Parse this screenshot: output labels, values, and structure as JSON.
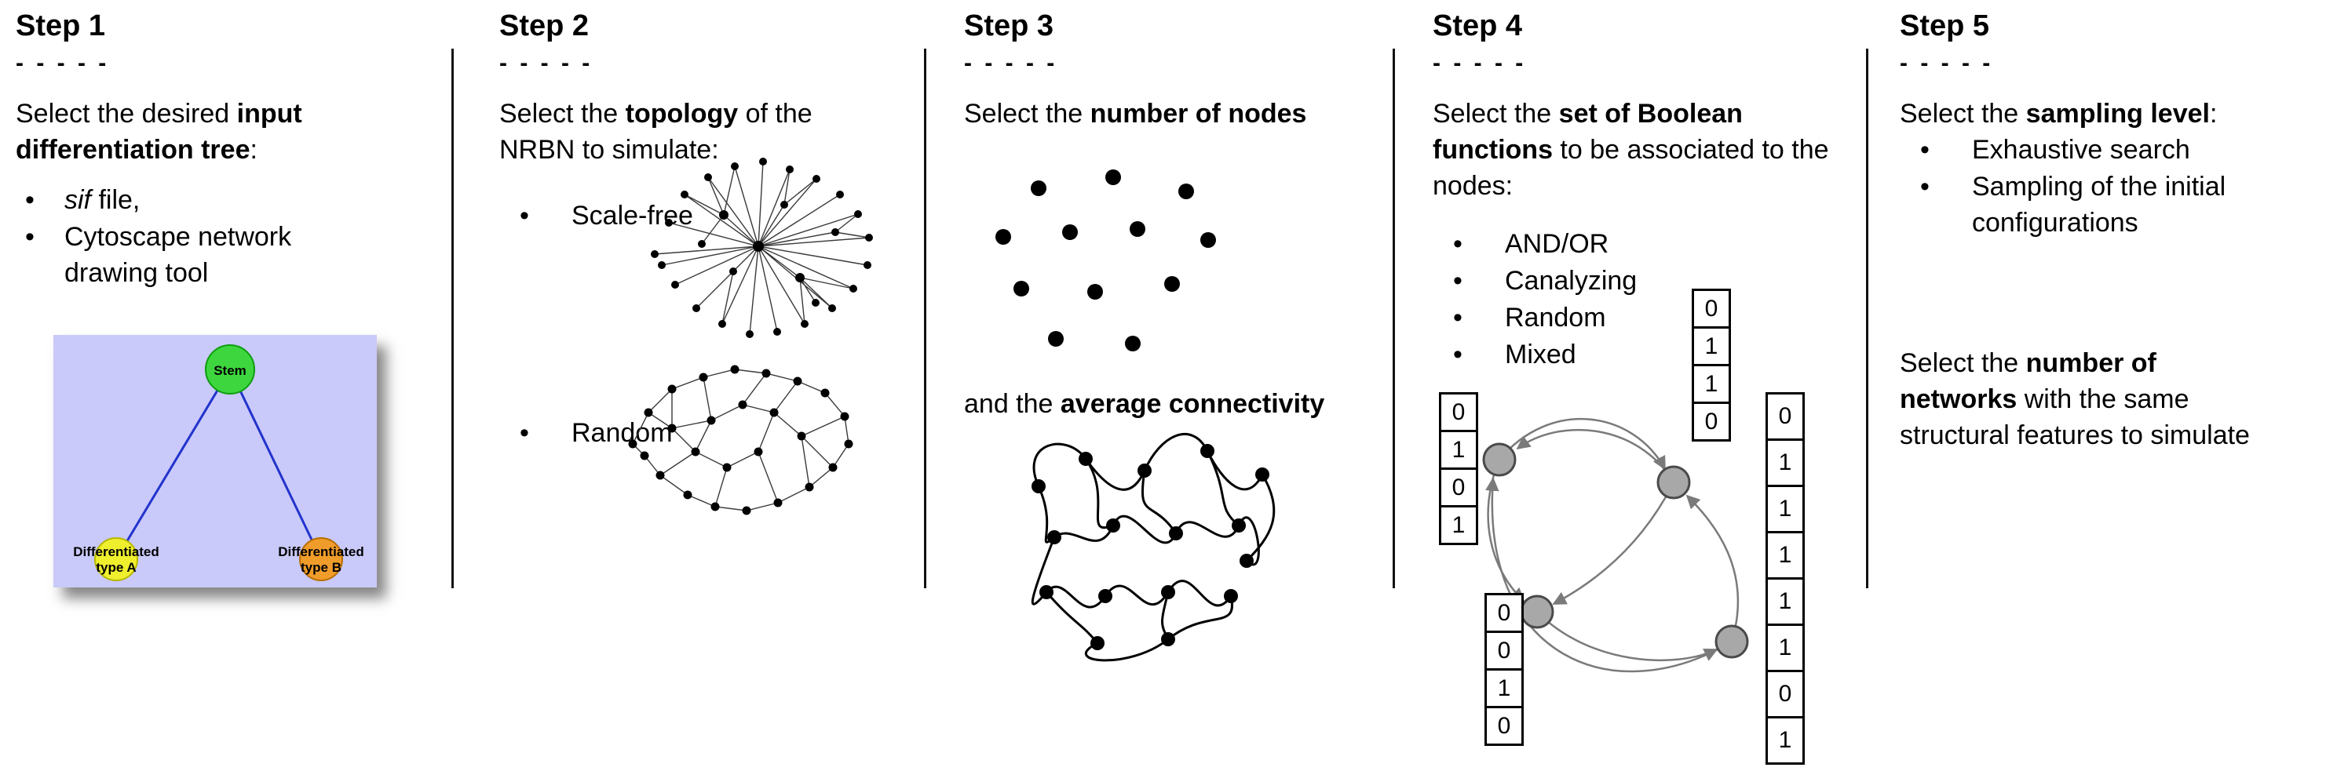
{
  "step1": {
    "title": "Step 1",
    "dashes": "- - - - -",
    "intro": {
      "pre": "Select the desired ",
      "bold": "input differentiation tree",
      "post": ":"
    },
    "bullet1": {
      "italic": "sif",
      "rest": " file,"
    },
    "bullet2": "Cytoscape network drawing tool",
    "tree": {
      "root": "Stem",
      "left_line1": "Differentiated",
      "left_line2": "type A",
      "right_line1": "Differentiated",
      "right_line2": "type B"
    },
    "colors": {
      "box": "#c9c9fa",
      "stem": "#3ed63e",
      "type_a": "#efef2e",
      "type_b": "#f09c2a",
      "edge": "#2233cc"
    }
  },
  "step2": {
    "title": "Step 2",
    "dashes": "- - - - -",
    "intro": {
      "pre": "Select the ",
      "bold": "topology",
      "post": " of the NRBN to simulate:"
    },
    "bullet1": "Scale-free",
    "bullet2": "Random"
  },
  "step3": {
    "title": "Step 3",
    "dashes": "- - - - -",
    "line1": {
      "pre": "Select the ",
      "bold": "number of nodes"
    },
    "line2": {
      "pre": "and the ",
      "bold": "average connectivity"
    }
  },
  "step4": {
    "title": "Step 4",
    "dashes": "- - - - -",
    "intro": {
      "pre": "Select the ",
      "bold": "set of Boolean functions",
      "post": " to be associated to the nodes:"
    },
    "bullets": [
      "AND/OR",
      "Canalyzing",
      "Random",
      "Mixed"
    ],
    "tables": {
      "top": [
        "0",
        "1",
        "1",
        "0"
      ],
      "left": [
        "0",
        "1",
        "0",
        "1"
      ],
      "bottom": [
        "0",
        "0",
        "1",
        "0"
      ],
      "right": [
        "0",
        "1",
        "1",
        "1",
        "1",
        "1",
        "0",
        "1"
      ]
    }
  },
  "step5": {
    "title": "Step 5",
    "dashes": "- - - - -",
    "intro": {
      "pre": "Select the ",
      "bold": "sampling level",
      "post": ":"
    },
    "bullets": [
      "Exhaustive search",
      "Sampling of the initial configurations"
    ],
    "para2": {
      "l1pre": "Select the ",
      "l1bold": "number of",
      "l2bold": "networks",
      "l2rest": " with the same",
      "l3": "structural features to simulate"
    }
  }
}
